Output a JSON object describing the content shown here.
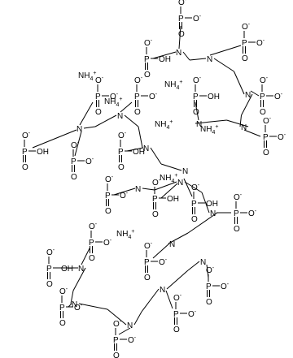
{
  "diagram": {
    "type": "chemical-structure",
    "ions": [
      "NH4+",
      "NH4+",
      "NH4+",
      "NH4+",
      "NH4+",
      "NH4+",
      "NH4+"
    ],
    "fragments": [
      "O-",
      "O",
      "P",
      "OH",
      "N"
    ]
  }
}
